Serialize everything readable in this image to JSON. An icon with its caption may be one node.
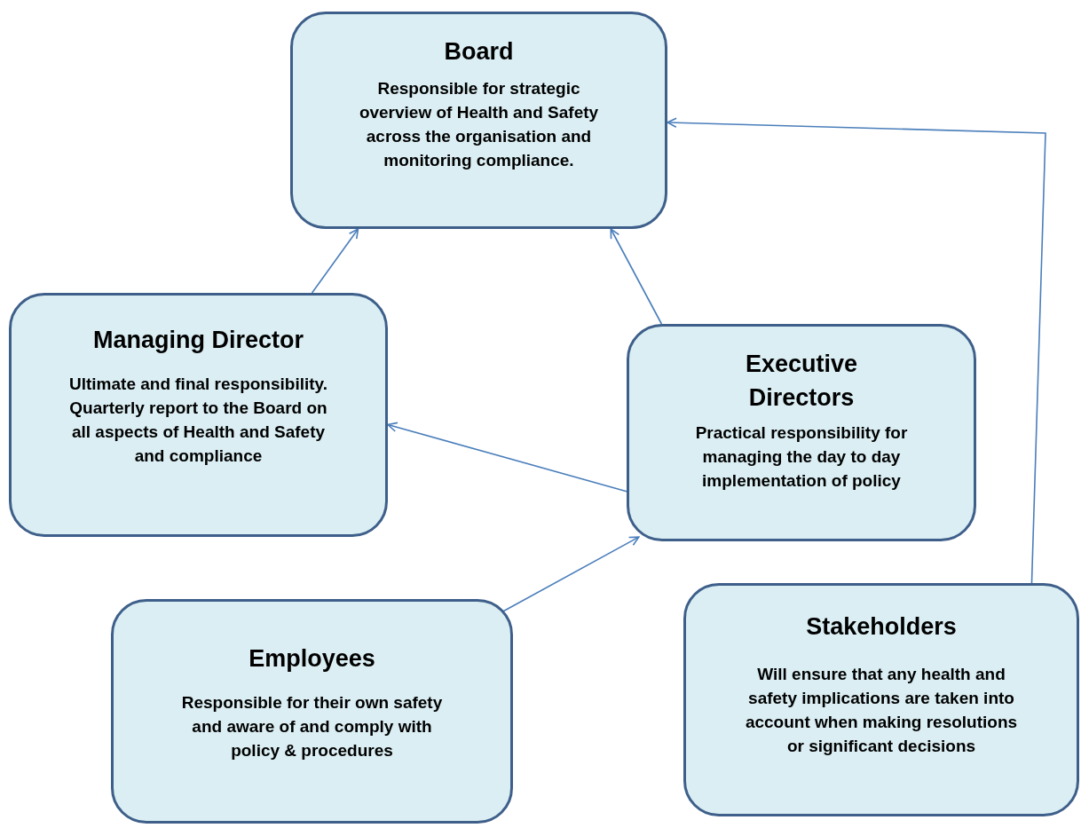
{
  "diagram": {
    "nodes": [
      {
        "text": [
          "Board",
          "Responsible for strategic overview of Health and Safety across the organisation and monitoring compliance."
        ]
      },
      {
        "text": [
          "Managing Director",
          "Ultimate and final responsibility. Quarterly report to the Board on all aspects of Health and Safety and compliance"
        ]
      },
      {
        "text": [
          "Executive Directors",
          "Practical responsibility for managing the day to day implementation of policy"
        ]
      },
      {
        "text": [
          "Employees",
          "Responsible for their own safety and aware of and comply with policy & procedures"
        ]
      },
      {
        "text": [
          "Stakeholders",
          "Will ensure that any health and safety implications are taken into account when making resolutions or significant decisions"
        ]
      }
    ],
    "edges": [
      {
        "from": 1,
        "to": 0,
        "arrow": "to"
      },
      {
        "from": 2,
        "to": 0,
        "arrow": "to"
      },
      {
        "from": 2,
        "to": 1,
        "arrow": "to"
      },
      {
        "from": 3,
        "to": 2,
        "arrow": "to"
      },
      {
        "from": 4,
        "to": 0,
        "arrow": "to"
      }
    ]
  }
}
